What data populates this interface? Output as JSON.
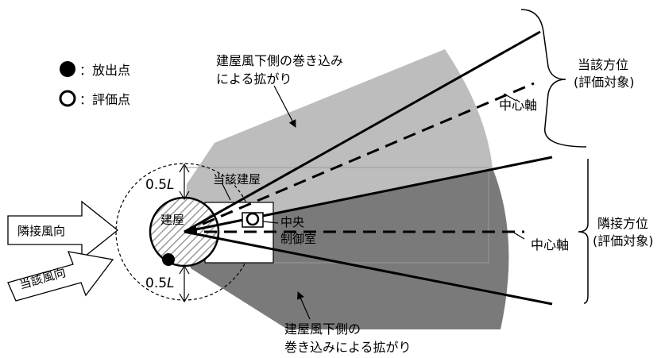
{
  "legend": {
    "release_point": "：放出点",
    "evaluation_point": "：評価点"
  },
  "labels": {
    "downwind_entrainment_top_line1": "建屋風下側の巻き込み",
    "downwind_entrainment_top_line2": "による拡がり",
    "downwind_entrainment_bottom_line1": "建屋風下側の",
    "downwind_entrainment_bottom_line2": "巻き込みによる拡がり",
    "center_axis_upper": "中心軸",
    "center_axis_lower": "中心軸",
    "target_direction_line1": "当該方位",
    "target_direction_line2": "(評価対象)",
    "adjacent_direction_line1": "隣接方位",
    "adjacent_direction_line2": "(評価対象)",
    "target_building": "当該建屋",
    "building": "建屋",
    "control_room_line1": "中央",
    "control_room_line2": "制御室",
    "half_L_top": "0.5",
    "half_L_bottom": "0.5",
    "L_symbol": "L",
    "adjacent_wind": "隣接風向",
    "target_wind": "当該風向"
  },
  "colors": {
    "adjacent_sector": "#7a7a7a",
    "target_sector": "#bdbdbd",
    "building_hatch": "#9a9a9a"
  }
}
